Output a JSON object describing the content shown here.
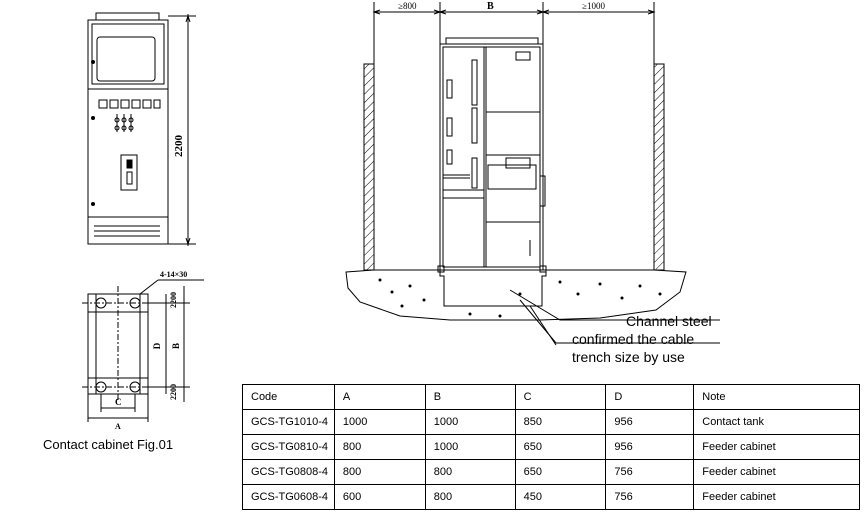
{
  "front_view": {
    "height_label": "2200"
  },
  "section_view": {
    "left_clearance_label": "≥800",
    "center_label": "B",
    "right_clearance_label": "≥1000"
  },
  "base_plan": {
    "hole_label": "4-14×30",
    "dim_upper": "2200",
    "dim_lower": "2200",
    "dim_d": "D",
    "dim_b": "B",
    "dim_c": "C",
    "dim_a": "A",
    "caption": "Contact cabinet Fig.01"
  },
  "annotation": {
    "line1": "Channel steel",
    "line2": "confirmed the cable",
    "line3": "trench size by use"
  },
  "table": {
    "headers": [
      "Code",
      "A",
      "B",
      "C",
      "D",
      "Note"
    ],
    "rows": [
      [
        "GCS-TG1010-4",
        "1000",
        "1000",
        "850",
        "956",
        "Contact tank"
      ],
      [
        "GCS-TG0810-4",
        "800",
        "1000",
        "650",
        "956",
        "Feeder cabinet"
      ],
      [
        "GCS-TG0808-4",
        "800",
        "800",
        "650",
        "756",
        "Feeder cabinet"
      ],
      [
        "GCS-TG0608-4",
        "600",
        "800",
        "450",
        "756",
        "Feeder cabinet"
      ]
    ]
  }
}
